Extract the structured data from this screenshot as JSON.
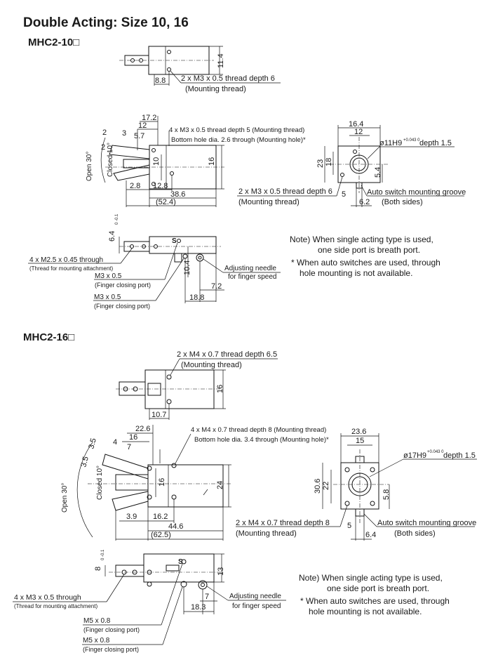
{
  "title": "Double Acting: Size 10, 16",
  "models": {
    "m10": "MHC2-10□",
    "m16": "MHC2-16□"
  },
  "dims10": {
    "top_h": "11.4",
    "top_w": "8.8",
    "d17_2": "17.2",
    "d12a": "12",
    "d5_7": "5.7",
    "d2": "2",
    "d3": "3",
    "d2b": "2",
    "open": "Open 30°",
    "closed": "Closed 10°",
    "d10": "10",
    "d16": "16",
    "d2_8": "2.8",
    "d12_8": "12.8",
    "d38_6": "38.6",
    "d52_4": "(52.4)",
    "s16_4": "16.4",
    "s12": "12",
    "s23": "23",
    "s18": "18",
    "s5_4": "5.4",
    "s5": "5",
    "s6_2": "6.2",
    "b6_4": "6.4",
    "b_tol": "0\n-0.1",
    "b10_4": "10.4",
    "b7_2": "7.2",
    "b18_8": "18.8",
    "port_s": "S"
  },
  "labels10": {
    "thread_top": "2 x M3 x 0.5 thread depth 6",
    "thread_top_sub": "(Mounting thread)",
    "thread4": "4 x M3 x 0.5 thread depth 5 (Mounting thread)",
    "bottom_hole": "Bottom hole dia. 2.6 through (Mounting hole)*",
    "bore": "ø11H9",
    "bore_tol": "+0.043\n0",
    "bore_depth": "depth 1.5",
    "side_thread": "2 x M3 x 0.5 thread depth 6",
    "side_thread_sub": "(Mounting thread)",
    "groove": "Auto switch mounting groove",
    "groove_sub": "(Both sides)",
    "attach": "4 x M2.5 x 0.45 through",
    "attach_sub": "(Thread for mounting attachment)",
    "port1": "M3 x 0.5",
    "port1_sub": "(Finger closing port)",
    "port2": "M3 x 0.5",
    "port2_sub": "(Finger closing port)",
    "needle": "Adjusting needle",
    "needle_sub": "for finger speed"
  },
  "dims16": {
    "top_h": "16",
    "top_w": "10.7",
    "d22_6": "22.6",
    "d16": "16",
    "d7": "7",
    "d4": "4",
    "d3_5": "3.5",
    "d3_5b": "3.5",
    "open": "Open 30°",
    "closed": "Closed 10°",
    "d16v": "16",
    "d24": "24",
    "d3_9": "3.9",
    "d16_2": "16.2",
    "d44_6": "44.6",
    "d62_5": "(62.5)",
    "s23_6": "23.6",
    "s15": "15",
    "s30_6": "30.6",
    "s22": "22",
    "s5_8": "5.8",
    "s5": "5",
    "s6_4": "6.4",
    "b8": "8",
    "b_tol": "0\n-0.1",
    "b13": "13",
    "b7": "7",
    "b18_3": "18.3",
    "port_s": "S"
  },
  "labels16": {
    "thread_top": "2 x M4 x 0.7 thread depth 6.5",
    "thread_top_sub": "(Mounting thread)",
    "thread4": "4 x M4 x 0.7 thread depth 8 (Mounting thread)",
    "bottom_hole": "Bottom hole dia. 3.4 through (Mounting hole)*",
    "bore": "ø17H9",
    "bore_tol": "+0.043\n0",
    "bore_depth": "depth 1.5",
    "side_thread": "2 x M4 x 0.7 thread depth 8",
    "side_thread_sub": "(Mounting thread)",
    "groove": "Auto switch mounting groove",
    "groove_sub": "(Both sides)",
    "attach": "4 x M3 x 0.5 through",
    "attach_sub": "(Thread for mounting attachment)",
    "port1": "M5 x 0.8",
    "port1_sub": "(Finger closing port)",
    "port2": "M5 x 0.8",
    "port2_sub": "(Finger closing port)",
    "needle": "Adjusting needle",
    "needle_sub": "for finger speed"
  },
  "notes": {
    "n1a": "Note) When single acting type is used,",
    "n1b": "one side port is breath port.",
    "n2a": "* When auto switches are used, through",
    "n2b": "hole mounting is not available."
  }
}
